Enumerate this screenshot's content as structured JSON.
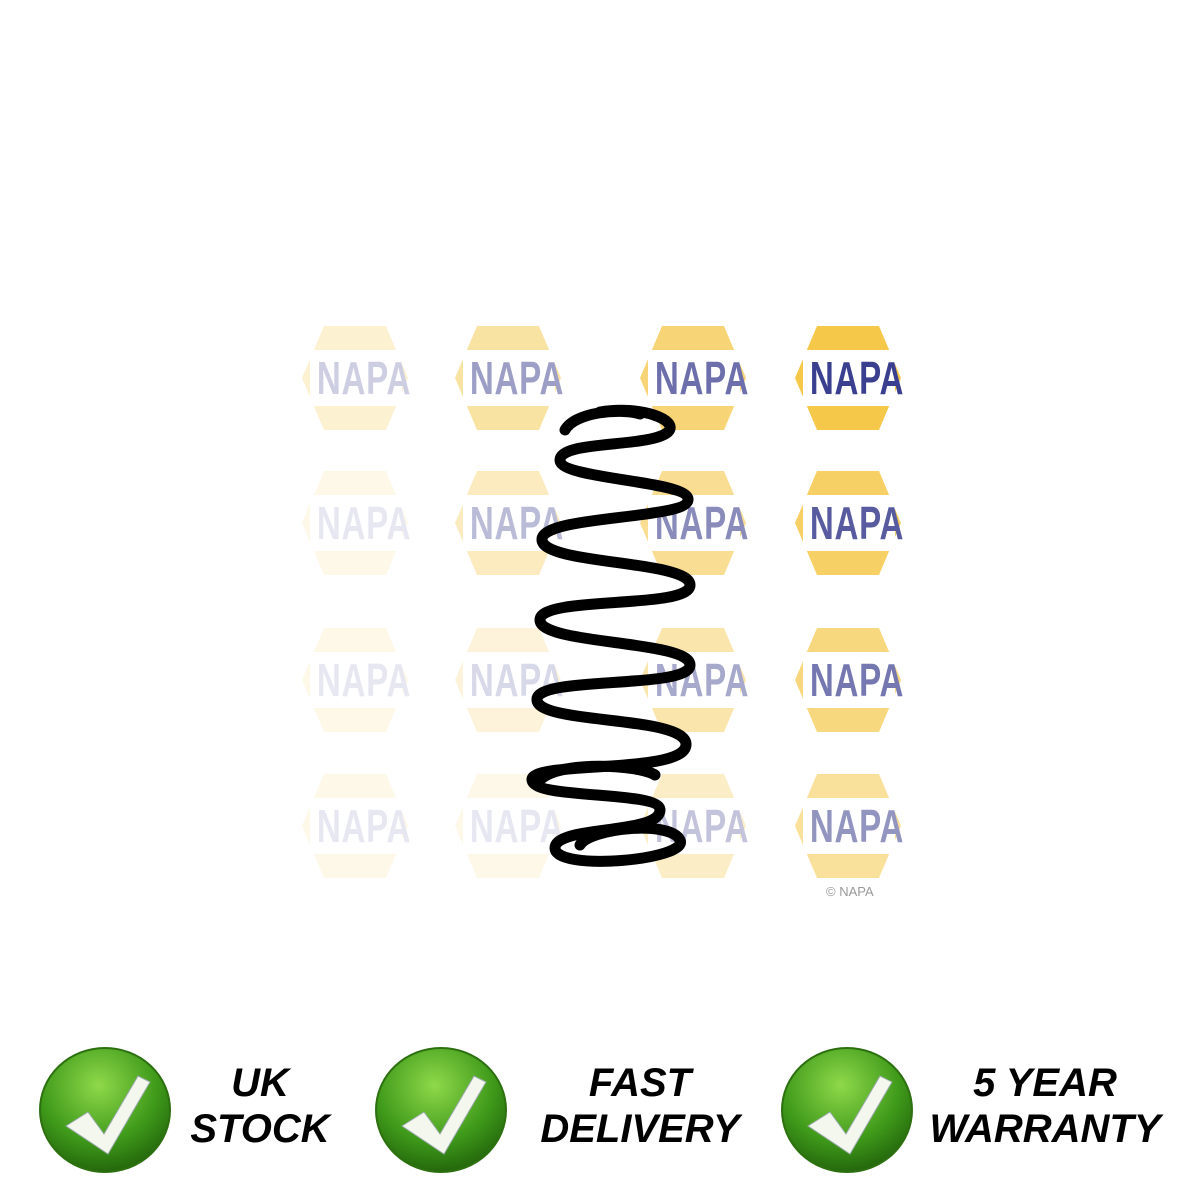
{
  "watermark": {
    "logo_text": "NAPA",
    "copyright": "© NAPA"
  },
  "colors": {
    "logo_yellow": "#f5c84a",
    "logo_blue": "#3b3f8f",
    "badge_green": "#3f9a1a",
    "spring": "#000000"
  },
  "features": [
    {
      "icon": "check-icon",
      "line1": "UK",
      "line2": "STOCK"
    },
    {
      "icon": "check-icon",
      "line1": "FAST",
      "line2": "DELIVERY"
    },
    {
      "icon": "check-icon",
      "line1": "5 YEAR",
      "line2": "WARRANTY"
    }
  ]
}
